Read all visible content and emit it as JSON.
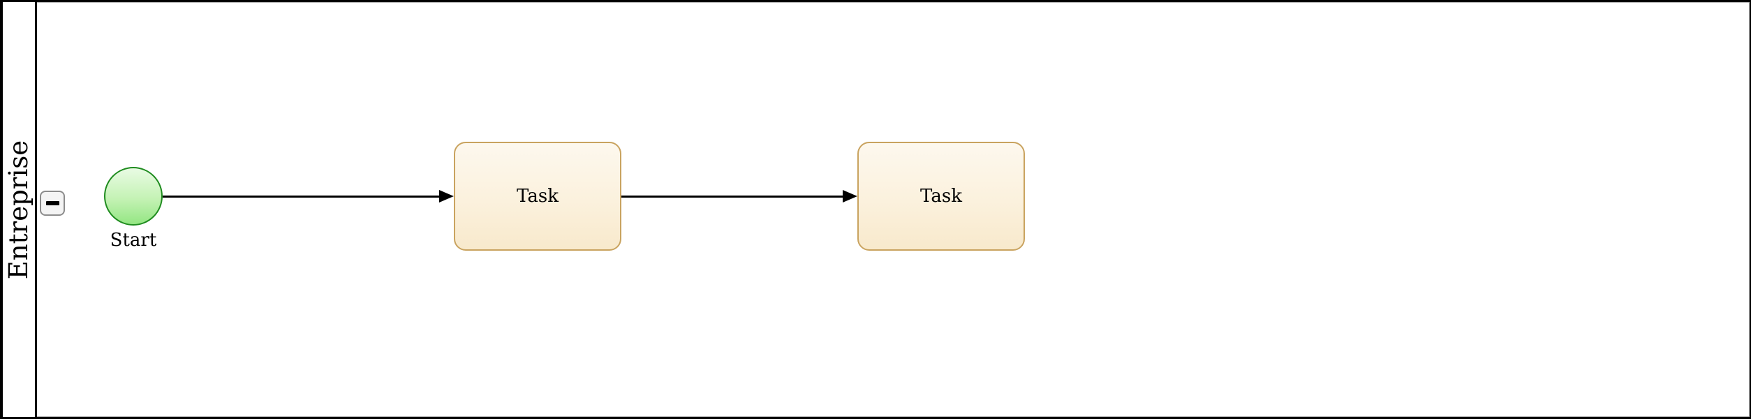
{
  "pool": {
    "lane": {
      "label": "Entreprise",
      "collapse_icon": "minus-icon",
      "collapsed": false
    }
  },
  "nodes": {
    "start": {
      "type": "start-event",
      "label": "Start"
    },
    "task1": {
      "type": "task",
      "label": "Task"
    },
    "task2": {
      "type": "task",
      "label": "Task"
    }
  },
  "flows": [
    {
      "from": "start",
      "to": "task1",
      "arrow": "filled-triangle"
    },
    {
      "from": "task1",
      "to": "task2",
      "arrow": "filled-triangle"
    }
  ],
  "colors": {
    "background": "#ffffff",
    "pool_border": "#000000",
    "lane_inner_border": "#b5b5b5",
    "start_event_border": "#1f8c1f",
    "start_event_fill_top": "#e9fbe4",
    "start_event_fill_bottom": "#94e683",
    "task_border": "#c9a35f",
    "task_fill_top": "#fdf8ee",
    "task_fill_bottom": "#f8e9cc",
    "flow_line": "#000000",
    "collapse_button_border": "#8c8c8c",
    "collapse_button_fill": "#f4f4f4",
    "text": "#000000"
  }
}
